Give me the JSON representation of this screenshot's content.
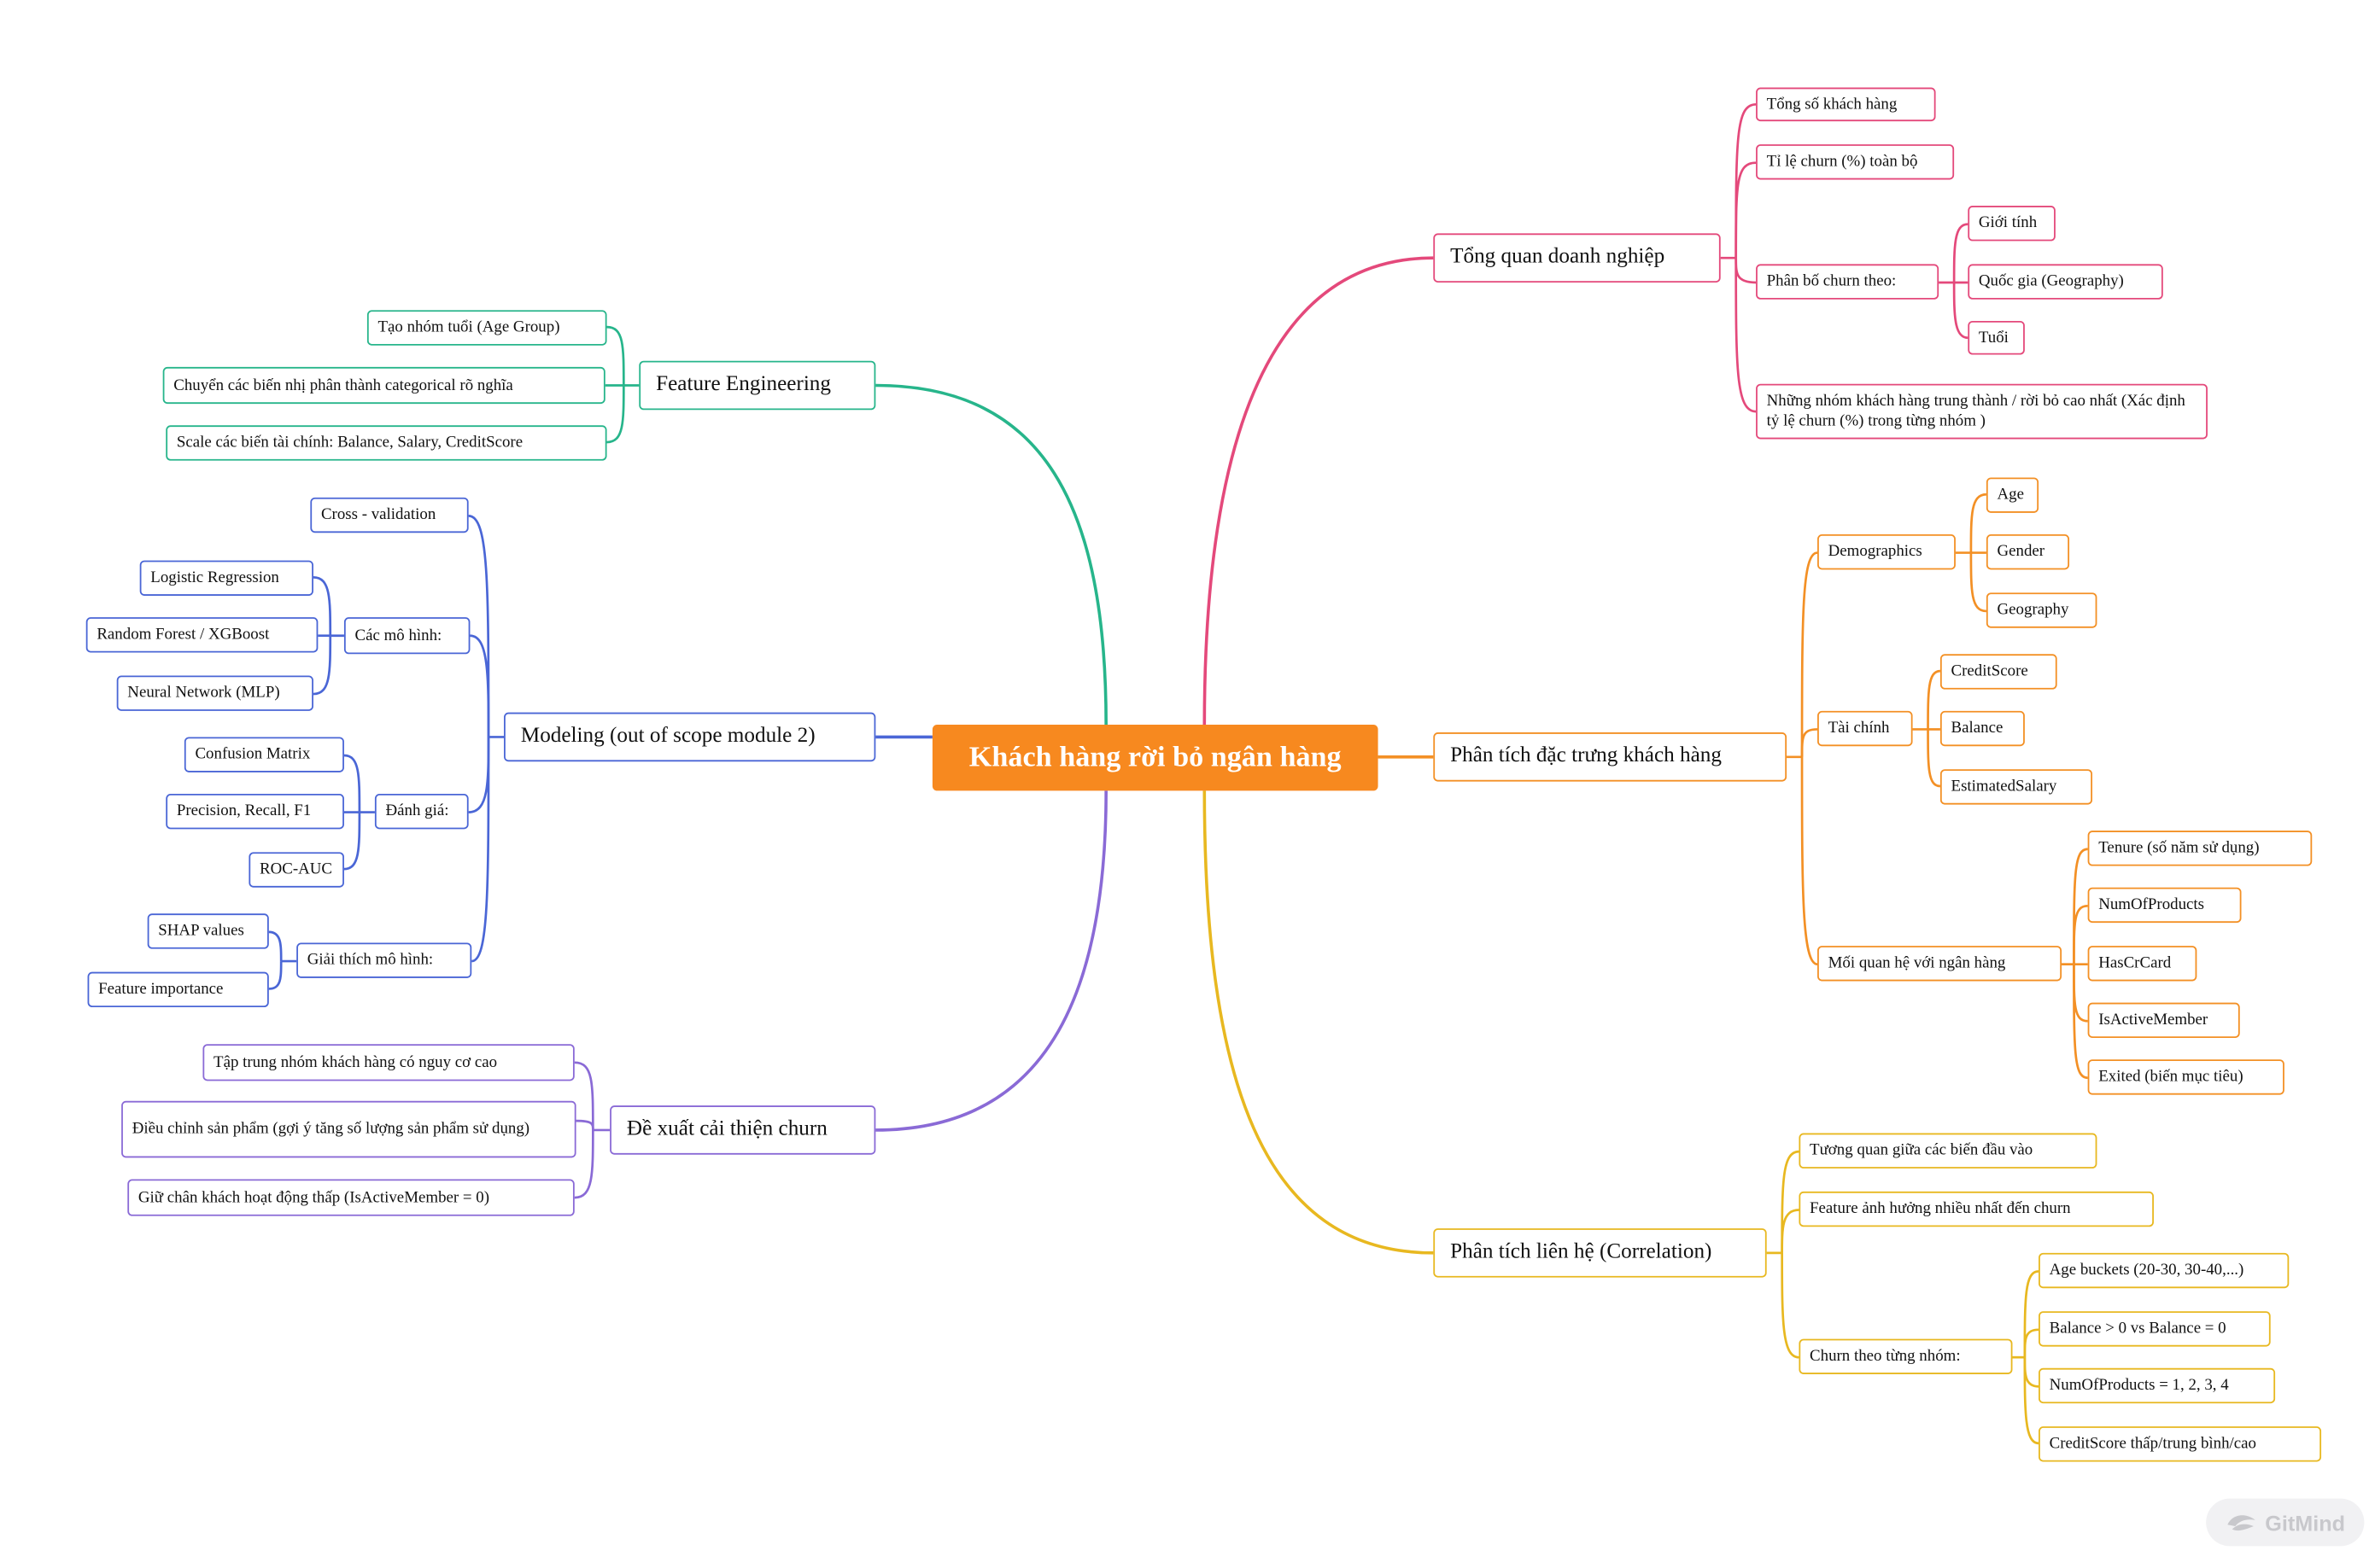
{
  "root": "Khách hàng rời bỏ ngân hàng",
  "colors": {
    "pink": "#e4497b",
    "orange": "#f39025",
    "yellow": "#e8b820",
    "green": "#27b58b",
    "blue": "#4a66d6",
    "purple": "#8a6ad6",
    "root_fill": "#f7891f"
  },
  "nodes": {
    "tong_quan": "Tổng quan doanh nghiệp",
    "tong_so": "Tổng số khách hàng",
    "ti_le": "Tỉ lệ churn (%) toàn bộ",
    "phan_bo": "Phân bố churn theo:",
    "gioi_tinh": "Giới tính",
    "quoc_gia": "Quốc gia (Geography)",
    "tuoi": "Tuổi",
    "nhom_trung_thanh": "Những nhóm khách hàng trung thành / rời bỏ cao nhất (Xác định tỷ lệ churn (%) trong từng nhóm )",
    "dac_trung": "Phân tích đặc trưng khách hàng",
    "demographics": "Demographics",
    "age": "Age",
    "gender": "Gender",
    "geography": "Geography",
    "tai_chinh": "Tài chính",
    "creditscore": "CreditScore",
    "balance": "Balance",
    "estimatedsalary": "EstimatedSalary",
    "moi_quan_he": "Mối quan hệ với ngân hàng",
    "tenure": "Tenure (số năm sử dụng)",
    "numofproducts": "NumOfProducts",
    "hascrcard": "HasCrCard",
    "isactivemember": "IsActiveMember",
    "exited": "Exited (biến mục tiêu)",
    "lien_he": "Phân tích liên hệ (Correlation)",
    "tuong_quan": "Tương quan giữa các biến đầu vào",
    "feature_anh_huong": "Feature ảnh hưởng nhiều nhất đến churn",
    "churn_nhom": "Churn theo từng nhóm:",
    "age_buckets": "Age buckets (20-30, 30-40,...)",
    "balance_vs": "Balance > 0 vs Balance = 0",
    "numprod_vals": "NumOfProducts = 1, 2, 3, 4",
    "creditscore_levels": "CreditScore thấp/trung bình/cao",
    "feature_eng": "Feature Engineering",
    "tao_nhom_tuoi": "Tạo nhóm tuổi (Age Group)",
    "chuyen_bien": "Chuyển các biến nhị phân thành categorical rõ nghĩa",
    "scale_bien": "Scale các biến tài chính: Balance, Salary, CreditScore",
    "modeling": "Modeling (out of scope module 2)",
    "cross_val": "Cross - validation",
    "cac_mo_hinh": "Các mô hình:",
    "logreg": "Logistic Regression",
    "rf_xgb": "Random Forest / XGBoost",
    "mlp": "Neural Network (MLP)",
    "danh_gia": "Đánh giá:",
    "confusion": "Confusion Matrix",
    "prf1": "Precision, Recall, F1",
    "rocauc": "ROC-AUC",
    "giai_thich": "Giải thích mô hình:",
    "shap": "SHAP values",
    "feat_imp": "Feature importance",
    "de_xuat": "Đề xuất cải thiện churn",
    "tap_trung": "Tập trung nhóm khách hàng có nguy cơ cao",
    "dieu_chinh": "Điều chỉnh sản phẩm (gợi ý tăng số lượng sản phẩm sử dụng)",
    "giu_chan": "Giữ chân khách hoạt động thấp (IsActiveMember = 0)"
  },
  "watermark": "GitMind"
}
